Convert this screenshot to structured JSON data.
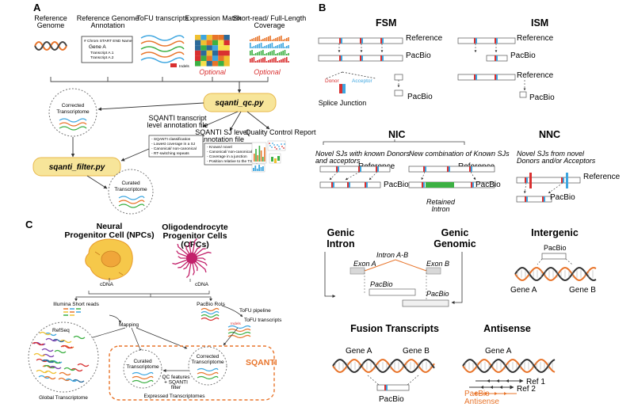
{
  "panels": {
    "a": "A",
    "b": "B",
    "c": "C"
  },
  "panel_a": {
    "inputs": [
      "Reference\nGenome",
      "Reference Genome\nAnnotation",
      "ToFU transcripts",
      "Expression Matrix",
      "Short-read/ Full-Length\nCoverage"
    ],
    "optional1": "Optional",
    "optional2": "Optional",
    "indels": "Indels",
    "gene_box": [
      "# Chrom START END Name",
      "Gene A",
      "Transcript A.1",
      "Transcript A.2"
    ],
    "qc_node": "sqanti_qc.py",
    "filter_node": "sqanti_filter.py",
    "corrected": "Corrected\nTranscriptome",
    "curated": "Curated\nTranscriptome",
    "transcript_file": "SQANTI transcript\nlevel annotation file",
    "sj_file": "SQANTI SJ level\nannotation file",
    "qc_report": "Quality Control Report",
    "transcript_list": [
      "- SQANTI classification",
      "- Lowest coverage in a SJ",
      "- Canonical/ non-canonical",
      "- RT-switching repeats"
    ],
    "sj_list": [
      "- Known/ novel",
      "- Canonical/ non-canonical",
      "- Coverage in a junction",
      "- Position relative to the TSS"
    ]
  },
  "panel_b": {
    "fsm": "FSM",
    "ism": "ISM",
    "nic": "NIC",
    "nnc": "NNC",
    "reference": "Reference",
    "pacbio": "PacBio",
    "donor": "Donor",
    "acceptor": "Acceptor",
    "splice_junction": "Splice Junction",
    "nic_desc1": "Novel SJs with known Donors\nand acceptors",
    "nic_desc2": "New combination of Known SJs",
    "retained_intron": "Retained\nIntron",
    "nnc_desc": "Novel  SJs from novel\nDonors and/or Acceptors",
    "genic_intron": "Genic\nIntron",
    "genic_genomic": "Genic\nGenomic",
    "intergenic": "Intergenic",
    "exon_a": "Exon A",
    "exon_b": "Exon B",
    "intron_ab": "Intron A-B",
    "gene_a": "Gene A",
    "gene_b": "Gene B",
    "fusion": "Fusion Transcripts",
    "antisense": "Antisense",
    "ref1": "Ref 1",
    "ref2": "Ref 2",
    "antisense_label": "PacBio\nAntisense"
  },
  "panel_c": {
    "npc": "Neural\nProgenitor Cell (NPCs)",
    "opc": "Oligodendrocyte\nProgenitor Cells\n(OPCs)",
    "cdna1": "cDNA",
    "cdna2": "cDNA",
    "illumina": "Illumina Short reads",
    "pacbio_rois": "PacBio RoIs",
    "tofu_pipeline": "ToFU pipeline",
    "tofu_transcripts": "ToFU transcripts",
    "indels": "Indels",
    "mapping": "Mapping",
    "refseq": "RefSeq",
    "corrected": "Corrected\nTranscriptome",
    "curated": "Curated\nTranscriptome",
    "qc_features": "QC features\n+ SQANTI\nfilter",
    "sqanti": "SQANTI",
    "global": "Global Transcriptome",
    "expressed": "Expressed Transcriptomes"
  },
  "colors": {
    "orange": "#e8742a",
    "red": "#d93030",
    "blue": "#3da6e0",
    "yellow": "#f7e59a",
    "green": "#3cb043"
  }
}
